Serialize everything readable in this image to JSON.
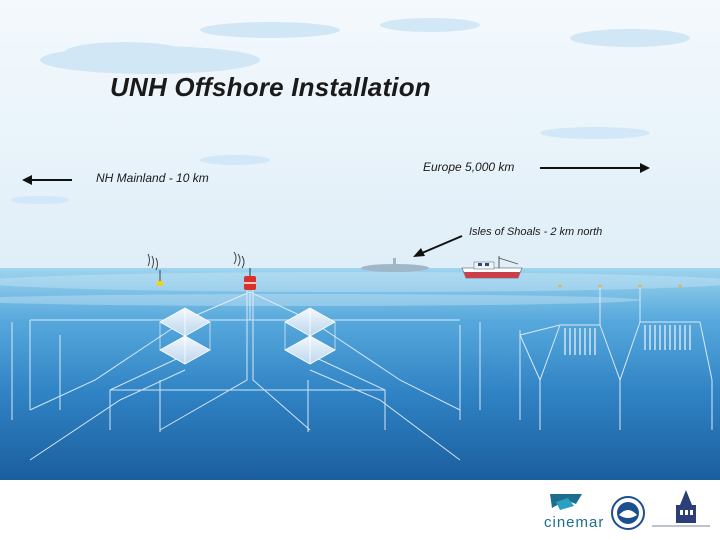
{
  "title": "UNH Offshore Installation",
  "labels": {
    "mainland": "NH Mainland - 10 km",
    "europe": "Europe 5,000 km",
    "isles": "Isles of Shoals - 2 km north"
  },
  "logos": {
    "cinemar": "cinemar",
    "noaa_icon": "noaa-seal-icon",
    "unh_icon": "unh-building-icon"
  },
  "colors": {
    "sky": "#e8f4fb",
    "ocean_surface": "#7fc6e8",
    "ocean_deep": "#1f6fb0",
    "cage": "#e8f2fb",
    "buoy": "#d9322b",
    "arrow": "#111111"
  }
}
